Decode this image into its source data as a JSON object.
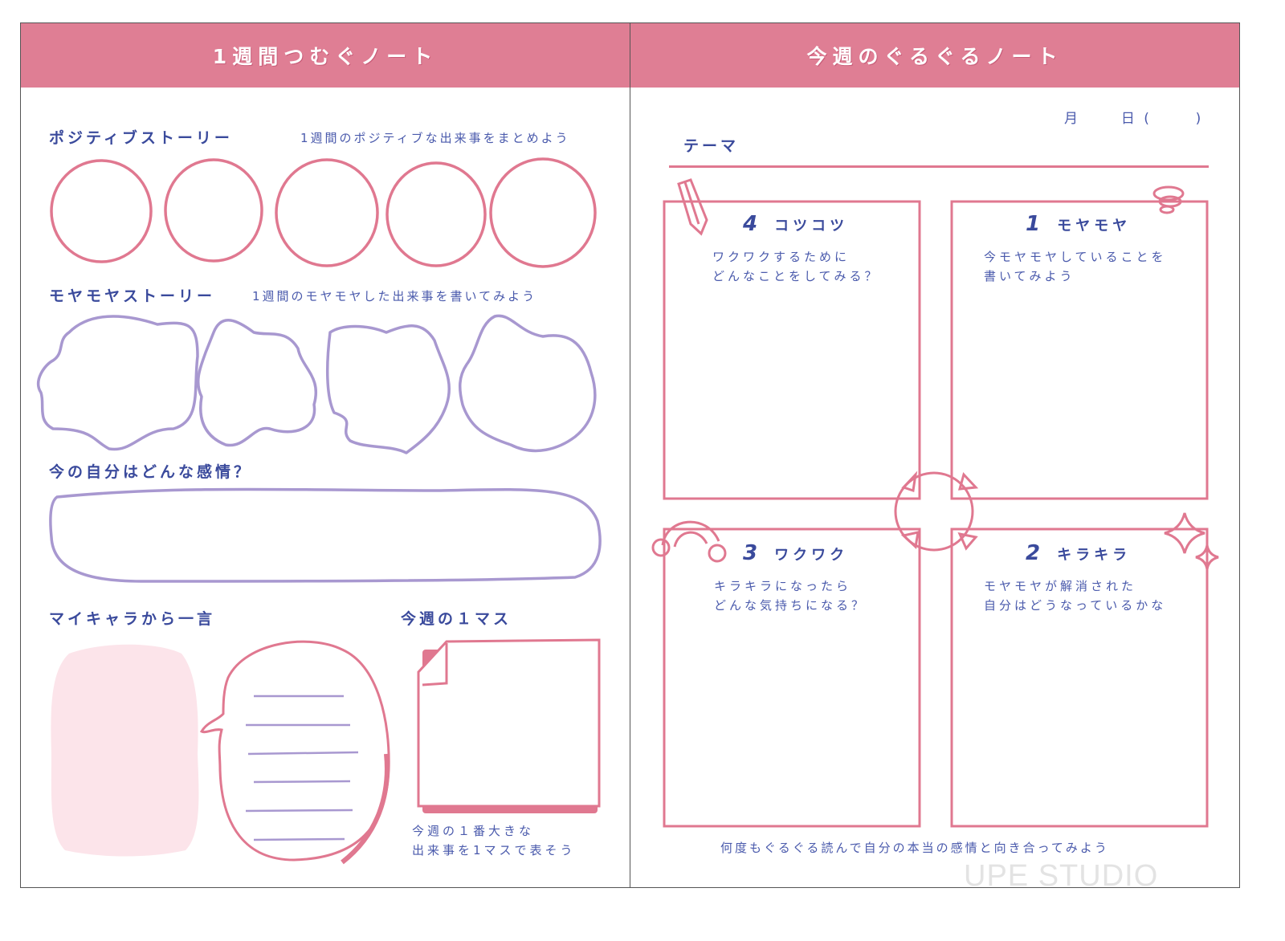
{
  "left_page": {
    "title": "1週間つむぐノート",
    "positive": {
      "heading": "ポジティブストーリー",
      "hint": "1週間のポジティブな出来事をまとめよう",
      "circle_count": 5
    },
    "moyamoya": {
      "heading": "モヤモヤストーリー",
      "hint": "1週間のモヤモヤした出来事を書いてみよう",
      "blob_count": 4
    },
    "emotion": {
      "heading": "今の自分はどんな感情？"
    },
    "mychara": {
      "heading": "マイキャラから一言",
      "line_count": 6
    },
    "one_masu": {
      "heading": "今週の１マス",
      "caption": "今週の１番大きな\n出来事を1マスで表そう"
    }
  },
  "right_page": {
    "title": "今週のぐるぐるノート",
    "date": {
      "month_label": "月",
      "day_label": "日",
      "weekday_open": "(",
      "weekday_close": ")"
    },
    "theme_label": "テーマ",
    "cards": [
      {
        "number": "4",
        "title": "コツコツ",
        "prompt": "ワクワクするために\nどんなことをしてみる？",
        "icon": "pencil-icon"
      },
      {
        "number": "1",
        "title": "モヤモヤ",
        "prompt": "今モヤモヤしていることを\n書いてみよう",
        "icon": "swirl-icon"
      },
      {
        "number": "3",
        "title": "ワクワク",
        "prompt": "キラキラになったら\nどんな気持ちになる？",
        "icon": "rainbow-icon"
      },
      {
        "number": "2",
        "title": "キラキラ",
        "prompt": "モヤモヤが解消された\n自分はどうなっているかな",
        "icon": "sparkle-icon"
      }
    ],
    "footer": "何度もぐるぐる読んで自分の本当の感情と向き合ってみよう"
  },
  "colors": {
    "banner": "#df7e94",
    "pink_line": "#e07890",
    "purple_line": "#a898d0",
    "text_blue": "#3a4a9c",
    "light_pink_fill": "#fce4ea"
  },
  "watermark": "UPE STUDIO"
}
